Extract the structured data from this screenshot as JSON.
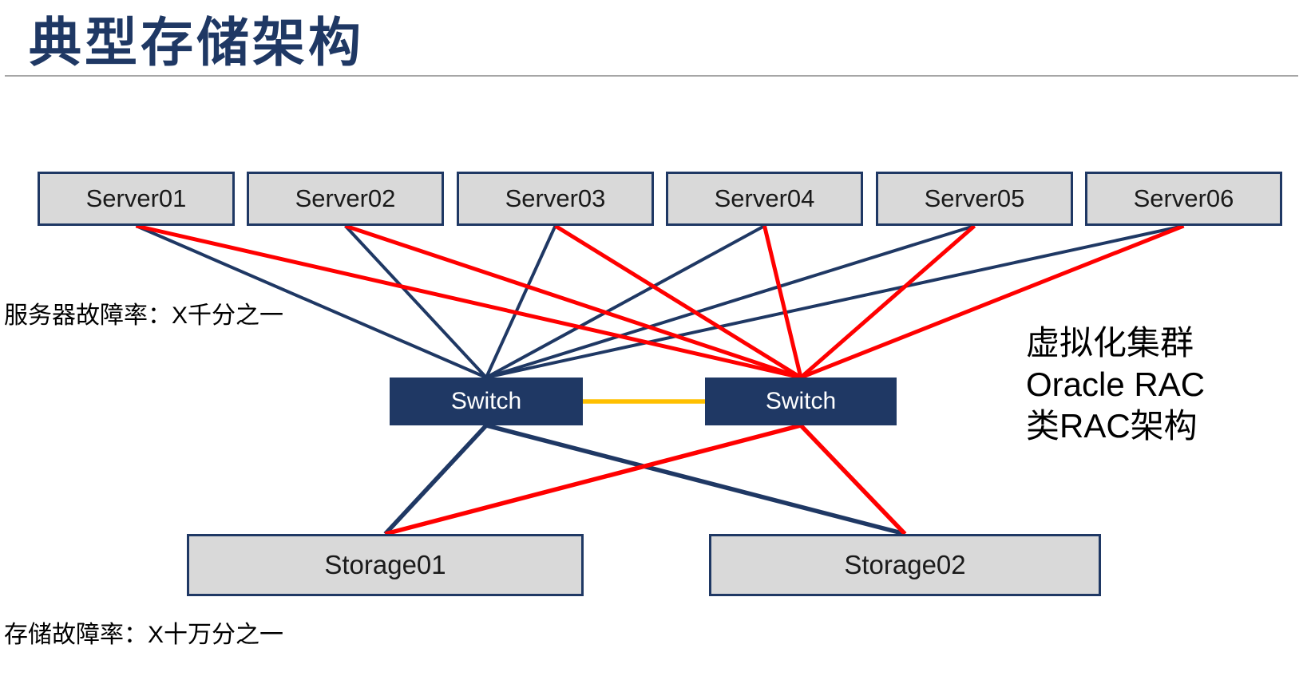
{
  "title": "典型存储架构",
  "annotations": {
    "server_failure_rate": "服务器故障率：X千分之一",
    "storage_failure_rate": "存储故障率：X十万分之一",
    "side_note_line1": "虚拟化集群",
    "side_note_line2": "Oracle RAC",
    "side_note_line3": "类RAC架构"
  },
  "nodes": {
    "servers": [
      {
        "id": "server1",
        "label": "Server01"
      },
      {
        "id": "server2",
        "label": "Server02"
      },
      {
        "id": "server3",
        "label": "Server03"
      },
      {
        "id": "server4",
        "label": "Server04"
      },
      {
        "id": "server5",
        "label": "Server05"
      },
      {
        "id": "server6",
        "label": "Server06"
      }
    ],
    "switches": [
      {
        "id": "switchL",
        "label": "Switch"
      },
      {
        "id": "switchR",
        "label": "Switch"
      }
    ],
    "storages": [
      {
        "id": "storage1",
        "label": "Storage01"
      },
      {
        "id": "storage2",
        "label": "Storage02"
      }
    ]
  },
  "colors": {
    "navy": "#1F3864",
    "red": "#FF0000",
    "orange": "#FFC000",
    "box_fill": "#D9D9D9",
    "title_text": "#1F3864",
    "divider_gray": "#A6A6A6"
  },
  "edges": [
    {
      "from": "server1",
      "from_anchor": "bottom",
      "to": "switchL",
      "to_anchor": "top",
      "color": "navy",
      "width": 4
    },
    {
      "from": "server2",
      "from_anchor": "bottom",
      "to": "switchL",
      "to_anchor": "top",
      "color": "navy",
      "width": 4
    },
    {
      "from": "server3",
      "from_anchor": "bottom",
      "to": "switchL",
      "to_anchor": "top",
      "color": "navy",
      "width": 4
    },
    {
      "from": "server4",
      "from_anchor": "bottom",
      "to": "switchL",
      "to_anchor": "top",
      "color": "navy",
      "width": 4
    },
    {
      "from": "server5",
      "from_anchor": "bottom",
      "to": "switchL",
      "to_anchor": "top",
      "color": "navy",
      "width": 4
    },
    {
      "from": "server6",
      "from_anchor": "bottom",
      "to": "switchL",
      "to_anchor": "top",
      "color": "navy",
      "width": 4
    },
    {
      "from": "switchL",
      "from_anchor": "bottom",
      "to": "storage1",
      "to_anchor": "top",
      "color": "navy",
      "width": 5.5
    },
    {
      "from": "switchL",
      "from_anchor": "bottom",
      "to": "storage2",
      "to_anchor": "top",
      "color": "navy",
      "width": 5.5
    },
    {
      "from": "server1",
      "from_anchor": "bottom",
      "to": "switchR",
      "to_anchor": "top",
      "color": "red",
      "width": 5
    },
    {
      "from": "server2",
      "from_anchor": "bottom",
      "to": "switchR",
      "to_anchor": "top",
      "color": "red",
      "width": 5
    },
    {
      "from": "server3",
      "from_anchor": "bottom",
      "to": "switchR",
      "to_anchor": "top",
      "color": "red",
      "width": 5
    },
    {
      "from": "server4",
      "from_anchor": "bottom",
      "to": "switchR",
      "to_anchor": "top",
      "color": "red",
      "width": 5
    },
    {
      "from": "server5",
      "from_anchor": "bottom",
      "to": "switchR",
      "to_anchor": "top",
      "color": "red",
      "width": 5
    },
    {
      "from": "server6",
      "from_anchor": "bottom",
      "to": "switchR",
      "to_anchor": "top",
      "color": "red",
      "width": 5
    },
    {
      "from": "switchR",
      "from_anchor": "bottom",
      "to": "storage1",
      "to_anchor": "top",
      "color": "red",
      "width": 5.5
    },
    {
      "from": "switchR",
      "from_anchor": "bottom",
      "to": "storage2",
      "to_anchor": "top",
      "color": "red",
      "width": 5.5
    },
    {
      "from": "switchL",
      "from_anchor": "right",
      "to": "switchR",
      "to_anchor": "left",
      "color": "orange",
      "width": 5.5
    }
  ]
}
